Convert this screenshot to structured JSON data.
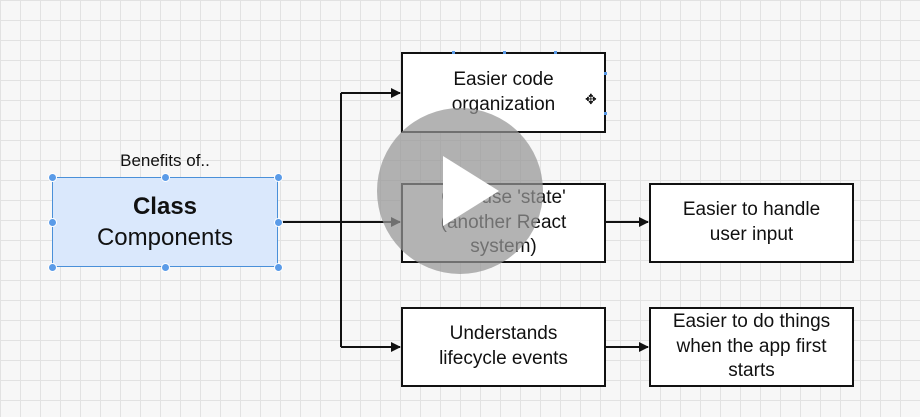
{
  "diagram": {
    "root": {
      "caption": "Benefits of..",
      "line1": "Class",
      "line2": "Components"
    },
    "nodes": {
      "easier_code_org": "Easier code\norganization",
      "can_use_state": "Can use 'state'\n(another React\nsystem)",
      "easier_input": "Easier to handle\nuser input",
      "understands_lifecycle": "Understands\nlifecycle events",
      "easier_first_start": "Easier to do things\nwhen the app first\nstarts"
    },
    "colors": {
      "root_fill": "#dae8fc",
      "root_stroke": "#4a90d9",
      "selection_handle": "#5a9be8",
      "play_overlay": "#969696"
    }
  },
  "player": {
    "play_icon": "play-icon"
  }
}
